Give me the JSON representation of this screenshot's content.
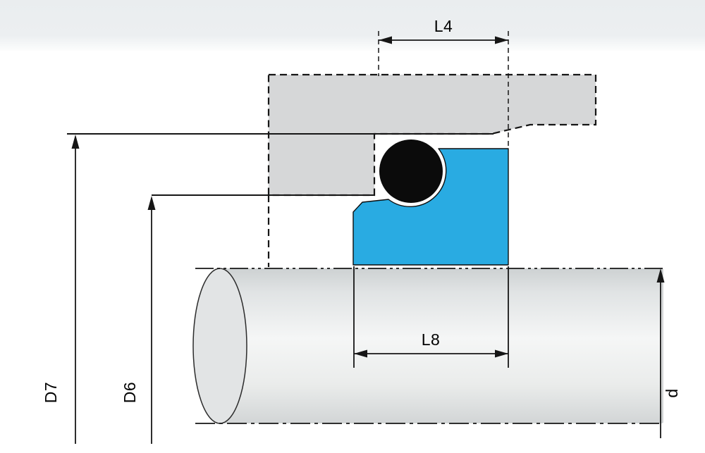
{
  "colors": {
    "seal-blue": "#29abe2",
    "metal-gray": "#d6d7d8",
    "oring-black": "#0b0b0b",
    "line-color": "#161616"
  },
  "diagram": {
    "dimensions": {
      "l4": "L4",
      "l8": "L8",
      "d7": "D7",
      "d6": "D6",
      "d": "d"
    }
  }
}
